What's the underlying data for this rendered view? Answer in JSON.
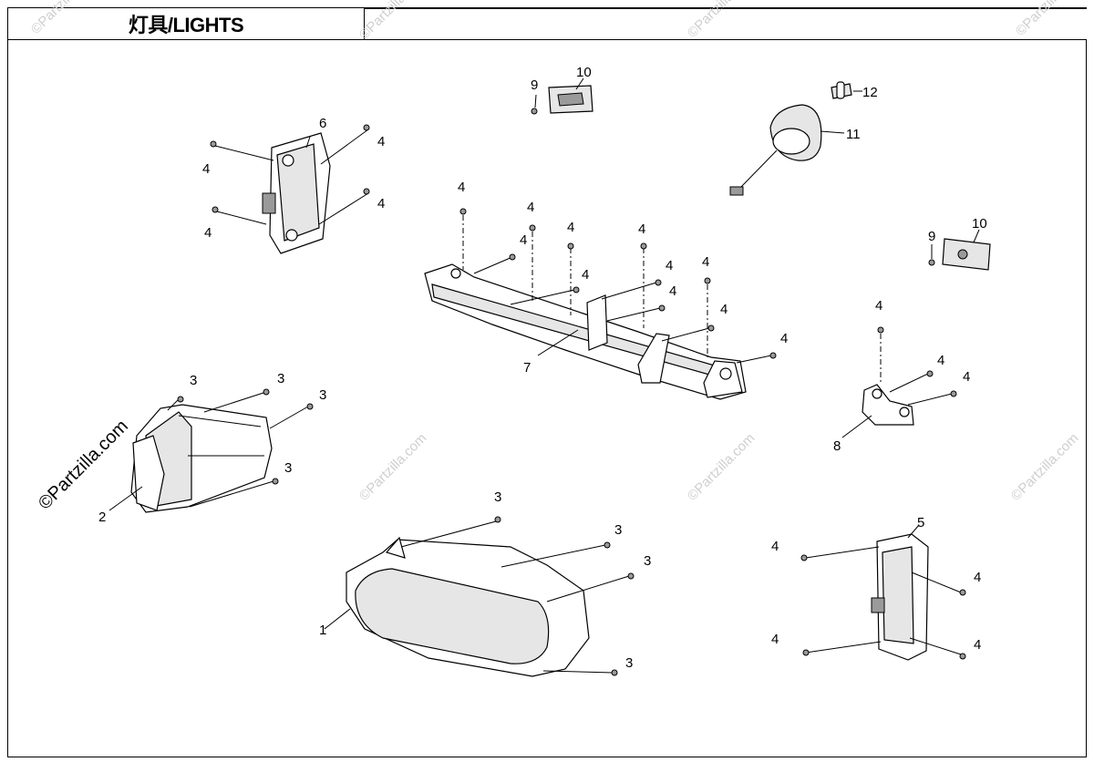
{
  "title": "灯具/LIGHTS",
  "watermarks": {
    "side": "©Partzilla.com",
    "repeat": "©Partzilla.com"
  },
  "callouts": {
    "c1": "1",
    "c2": "2",
    "c3": "3",
    "c5": "5",
    "c6": "6",
    "c7": "7",
    "c8": "8",
    "c9": "9",
    "c10": "10",
    "c11": "11",
    "c12": "12",
    "c4": "4"
  }
}
